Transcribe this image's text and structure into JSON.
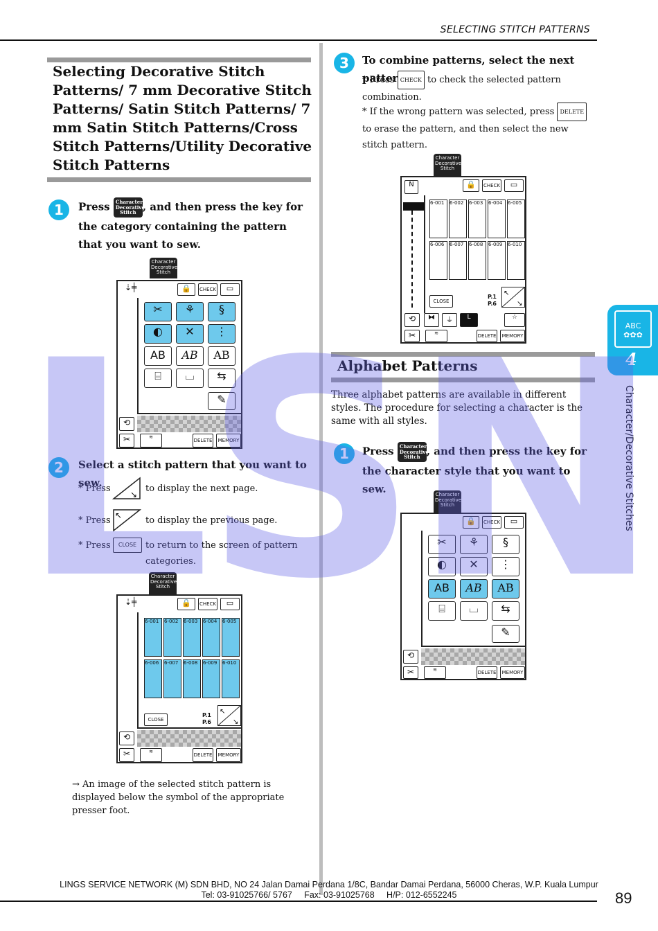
{
  "header": {
    "section_title": "SELECTING STITCH PATTERNS"
  },
  "watermark": "LSN",
  "left": {
    "title": "Selecting Decorative Stitch Patterns/ 7 mm Decorative Stitch Patterns/ Satin Stitch Patterns/ 7 mm Satin Stitch Patterns/Cross Stitch Patterns/Utility Decorative Stitch Patterns",
    "step1": {
      "num": "1",
      "press": "Press",
      "text": ", and then press the key for the category containing the pattern that you want to sew."
    },
    "step2": {
      "num": "2",
      "text": "Select a stitch pattern that you want to sew.",
      "b1_press": "Press",
      "b1_text": "to display the next page.",
      "b2_press": "Press",
      "b2_text": "to display the previous page.",
      "b3_press": "Press",
      "b3_text": "to return to the screen of pattern categories."
    },
    "result_note": "An image of the selected stitch pattern is displayed below the symbol of the appropriate presser foot."
  },
  "right": {
    "step3": {
      "num": "3",
      "text": "To combine patterns, select the next pattern.",
      "b1_press": "Press",
      "b1_text": "to check the selected pattern combination.",
      "b2_press": "If the wrong pattern was selected, press",
      "b2_text": "to erase the pattern, and then select the new stitch pattern."
    },
    "alphabet": {
      "title": "Alphabet Patterns",
      "intro": "Three alphabet patterns are available in different styles. The procedure for selecting a character is the same with all styles.",
      "step1": {
        "num": "1",
        "press": "Press",
        "text": ", and then press the key for the character style that you want to sew."
      }
    }
  },
  "keys": {
    "char_deco": [
      "Character",
      "Decorative",
      "Stitch"
    ],
    "check": "CHECK",
    "delete": "DELETE",
    "close": "CLOSE",
    "memory": "MEMORY",
    "page_current": "P.1",
    "page_total": "P.6"
  },
  "pattern_codes": [
    "6-001",
    "6-002",
    "6-003",
    "6-004",
    "6-005",
    "6-006",
    "6-007",
    "6-008",
    "6-009",
    "6-010"
  ],
  "category_labels": {
    "ab1": "AB",
    "ab2": "AB",
    "ab3": "AB"
  },
  "side_tab": {
    "number": "4",
    "label": "Character/Decorative Stitches",
    "icon": "abc-shirt-icon"
  },
  "footer": {
    "line1": "LINGS SERVICE NETWORK (M) SDN BHD, NO 24 Jalan Damai Perdana 1/8C, Bandar Damai Perdana, 56000 Cheras, W.P. Kuala Lumpur",
    "line2": "Tel: 03-91025766/ 5767     Fax: 03-91025768     H/P: 012-6552245",
    "page_number": "89"
  },
  "colors": {
    "accent": "#19b5e6",
    "selected_key": "#6ec9ec",
    "watermark": "#5f5fe6"
  }
}
